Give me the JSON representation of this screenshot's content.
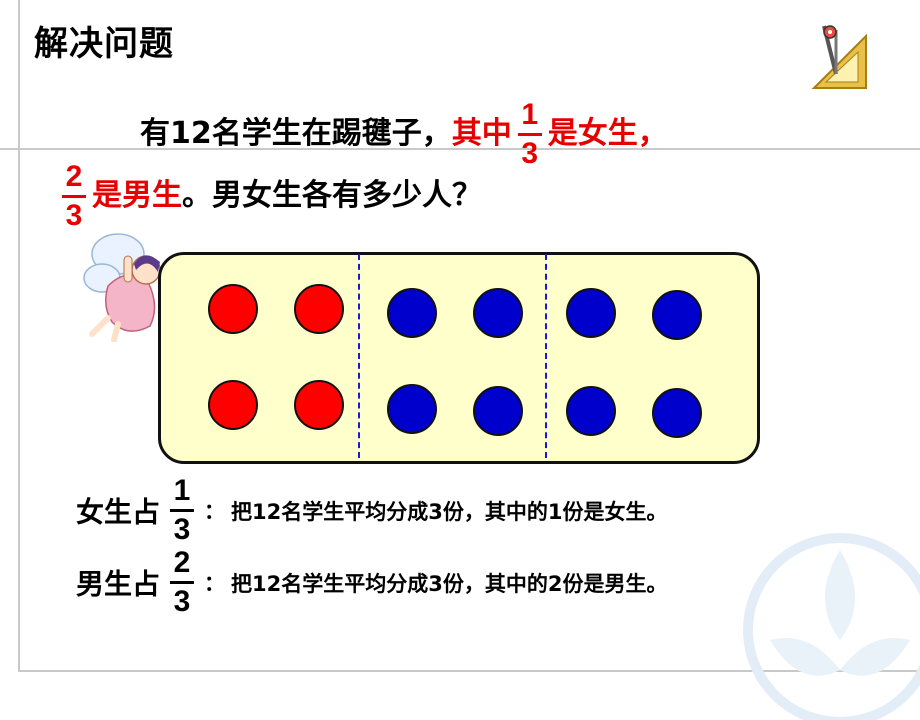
{
  "title": "解决问题",
  "problem": {
    "l1_a": "有12名学生在踢毽子，",
    "l1_b": "其中",
    "frac1_num": "1",
    "frac1_den": "3",
    "l1_c": "是女生，",
    "frac2_num": "2",
    "frac2_den": "3",
    "l2_a": "是男生",
    "l2_b": "。男女生各有多少人？"
  },
  "dots": {
    "colors": {
      "girl": "#ff0000",
      "boy": "#0000cc"
    }
  },
  "explanations": [
    {
      "label": "女生占",
      "num": "1",
      "den": "3",
      "colon": "：",
      "text": "把12名学生平均分成3份，其中的1份是女生。"
    },
    {
      "label": "男生占",
      "num": "2",
      "den": "3",
      "colon": "：",
      "text": "把12名学生平均分成3份，其中的2份是男生。"
    }
  ],
  "icons": {
    "corner": "protractor-icon",
    "fairy": "fairy-illustration",
    "watermark": "logo-watermark"
  }
}
